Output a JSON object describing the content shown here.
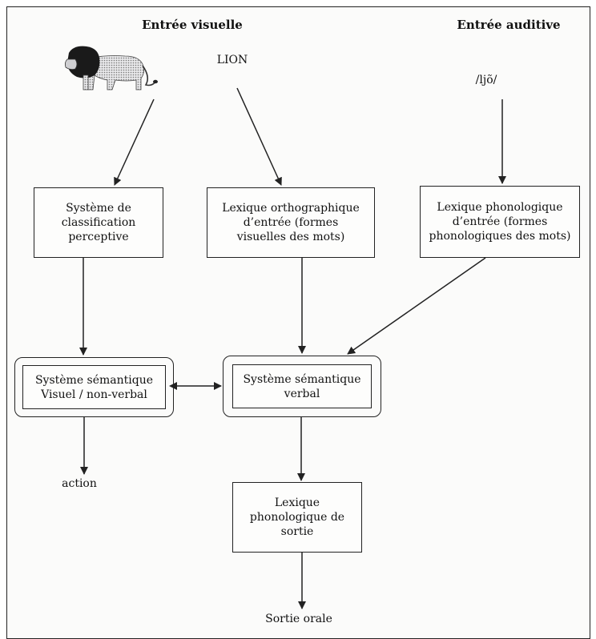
{
  "headers": {
    "visual_input": "Entrée visuelle",
    "auditory_input": "Entrée auditive"
  },
  "inputs": {
    "written_word": "LION",
    "phonetic_word": "/ljõ/",
    "lion_image": "lion-picture-icon"
  },
  "boxes": {
    "perceptual_classification": "Système de\nclassification\nperceptive",
    "orthographic_input_lexicon": "Lexique orthographique\nd’entrée (formes\nvisuelles des mots)",
    "phonological_input_lexicon": "Lexique phonologique\nd’entrée (formes\nphonologiques des mots)",
    "visual_semantic_system": "Système sémantique\nVisuel / non-verbal",
    "verbal_semantic_system": "Système sémantique\nverbal",
    "phonological_output_lexicon": "Lexique\nphonologique de\nsortie"
  },
  "outputs": {
    "action": "action",
    "oral_output": "Sortie orale"
  },
  "colors": {
    "line": "#222222",
    "background": "#fbfbfa"
  }
}
